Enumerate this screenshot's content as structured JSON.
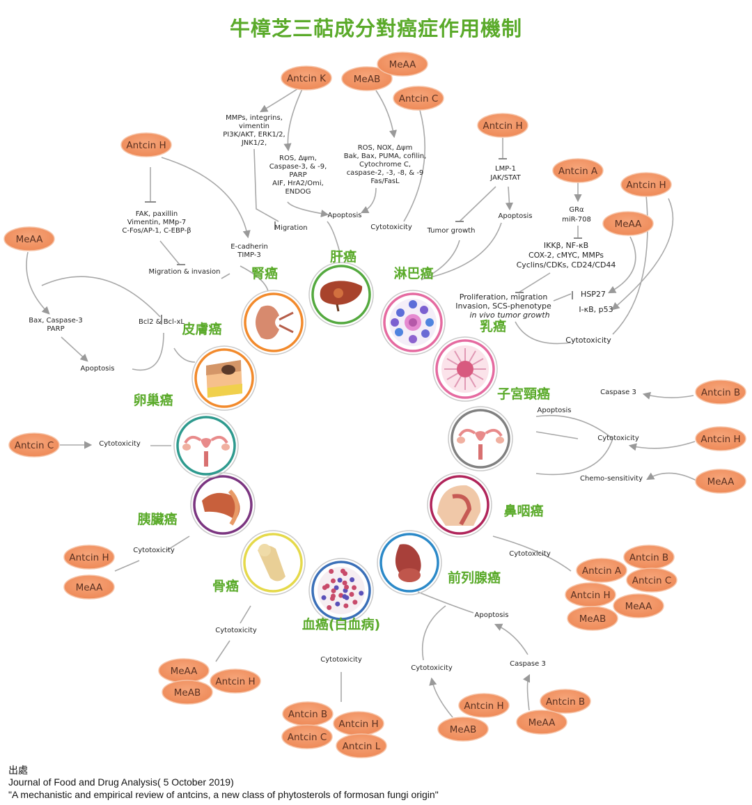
{
  "title": "牛樟芝三萜成分對癌症作用機制",
  "source": {
    "label": "出處",
    "journal": "Journal of Food and Drug Analysis( 5 October 2019)",
    "article": "\"A mechanistic and empirical review of antcins, a new class of phytosterols of formosan fungi origin\""
  },
  "cancers": [
    {
      "label": "肝癌",
      "color": "#54a93f",
      "icon": "liver"
    },
    {
      "label": "淋巴癌",
      "color": "#e56aa0",
      "icon": "lymph"
    },
    {
      "label": "乳癌",
      "color": "#e56aa0",
      "icon": "breast"
    },
    {
      "label": "子宮頸癌",
      "color": "#808080",
      "icon": "uterus"
    },
    {
      "label": "鼻咽癌",
      "color": "#b0245a",
      "icon": "throat"
    },
    {
      "label": "前列腺癌",
      "color": "#2b89c8",
      "icon": "prostate"
    },
    {
      "label": "血癌(白血病)",
      "color": "#3a6fb8",
      "icon": "blood"
    },
    {
      "label": "骨癌",
      "color": "#e5d94a",
      "icon": "bone"
    },
    {
      "label": "胰臟癌",
      "color": "#7b3580",
      "icon": "pancreas"
    },
    {
      "label": "卵巢癌",
      "color": "#2e9a8e",
      "icon": "ovary"
    },
    {
      "label": "皮膚癌",
      "color": "#f28a2c",
      "icon": "skin"
    },
    {
      "label": "腎癌",
      "color": "#f28a2c",
      "icon": "kidney"
    }
  ],
  "compounds": [
    "Antcin K",
    "MeAB",
    "MeAA",
    "Antcin C",
    "Antcin H",
    "Antcin H",
    "Antcin A",
    "Antcin H",
    "MeAA",
    "MeAA",
    "Antcin C",
    "Antcin B",
    "Antcin H",
    "MeAA",
    "Antcin H",
    "MeAA",
    "Antcin B",
    "Antcin A",
    "Antcin C",
    "Antcin H",
    "MeAA",
    "MeAB",
    "MeAA",
    "Antcin H",
    "MeAB",
    "Antcin B",
    "Antcin H",
    "Antcin C",
    "Antcin L",
    "Antcin H",
    "MeAB",
    "Antcin B",
    "MeAA"
  ],
  "texts": [
    "MMPs, integrins,",
    "vimentin",
    "PI3K/AKT, ERK1/2,",
    "JNK1/2,",
    "ROS, Δψm,",
    "Caspase-3, & -9,",
    "PARP",
    "AIF, HrA2/Omi,",
    "ENDOG",
    "ROS, NOX, Δψm",
    "Bak, Bax, PUMA, cofilin,",
    "Cytochrome C,",
    "caspase-2, -3, -8, & -9",
    "Fas/FasL",
    "Migration",
    "Apoptosis",
    "Cytotoxicity",
    "LMP-1",
    "JAK/STAT",
    "Tumor growth",
    "Apoptosis",
    "GRα",
    "miR-708",
    "IKKβ, NF-κB",
    "COX-2, cMYC, MMPs",
    "Cyclins/CDKs, CD24/CD44",
    "HSP27",
    "I-κB, p53",
    "Proliferation, migration",
    "Invasion, SCS-phenotype",
    "in vivo tumor growth",
    "Cytotoxicity",
    "FAK, paxillin",
    "Vimentin, MMp-7",
    "C-Fos/AP-1, C-EBP-β",
    "Migration & invasion",
    "E-cadherin",
    "TIMP-3",
    "Bax, Caspase-3",
    "PARP",
    "Bcl2 & Bcl-xL",
    "Apoptosis",
    "Cytotoxicity",
    "Caspase 3",
    "Apoptosis",
    "Cytotoxicity",
    "Chemo-sensitivity",
    "Cytotoxicity",
    "Cytotoxicity",
    "Cytotoxicity",
    "Cytotoxicity",
    "Apoptosis",
    "Caspase 3",
    "Cytotoxicity"
  ]
}
